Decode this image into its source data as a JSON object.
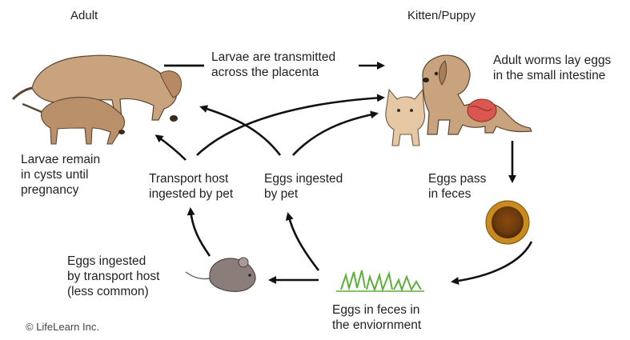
{
  "headers": {
    "adult": "Adult",
    "young": "Kitten/Puppy"
  },
  "labels": {
    "placenta": "Larvae are transmitted\nacross the placenta",
    "adult_worms": "Adult worms lay eggs\nin the small intestine",
    "cysts": "Larvae remain\nin cysts until\npregnancy",
    "transport_ingested": "Transport host\ningested by pet",
    "eggs_ingested_pet": "Eggs ingested\nby pet",
    "eggs_feces": "Eggs pass\nin feces",
    "eggs_transport": "Eggs ingested\nby transport host\n(less common)",
    "eggs_environment": "Eggs in feces in\nthe enviornment"
  },
  "copyright": "© LifeLearn Inc.",
  "colors": {
    "dog_fur": "#c9a27e",
    "dog_outline": "#5a4632",
    "cat_fur": "#e6c9a4",
    "mouse_fur": "#8a7d7a",
    "egg_outer": "#c98a1e",
    "egg_inner": "#6b3a0c",
    "grass": "#5fae3a",
    "arrow": "#111111",
    "intestine": "#d9574f"
  }
}
